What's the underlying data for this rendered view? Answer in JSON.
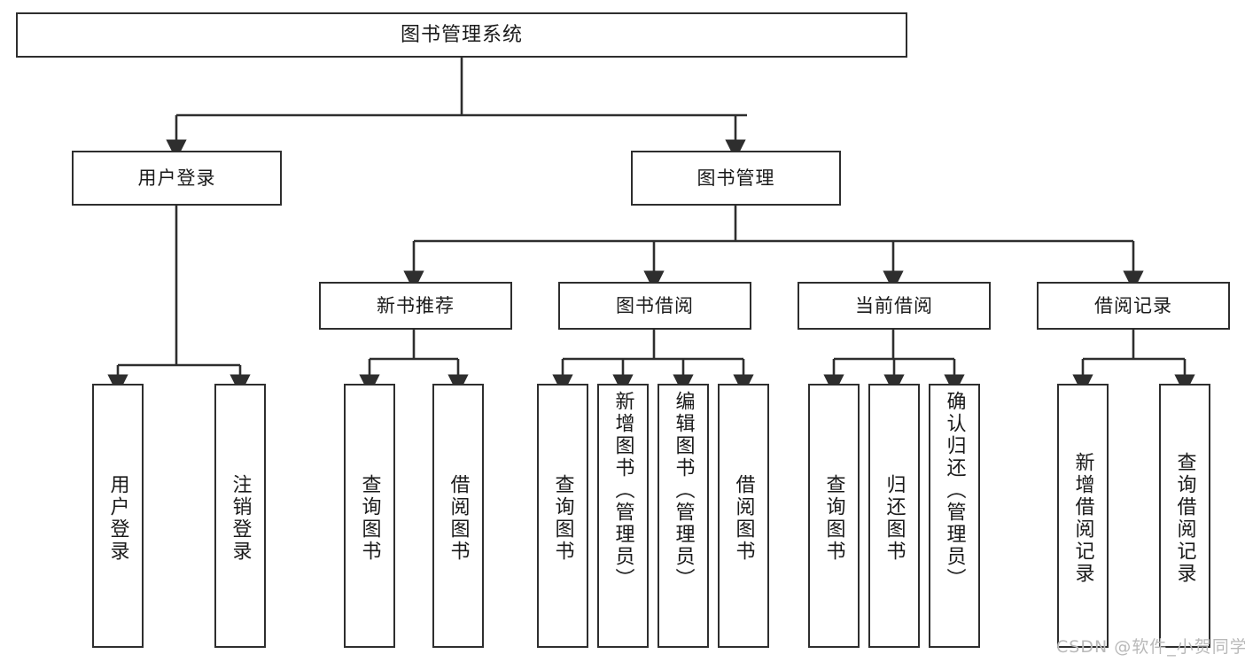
{
  "diagram": {
    "title": "图书管理系统",
    "type": "tree-hierarchy-chart",
    "colors": {
      "box_border": "#2e2e2e",
      "box_fill": "#ffffff",
      "connector": "#2e2e2e",
      "text": "#1a1a1a",
      "watermark": "#b9b9b9",
      "background": "#ffffff"
    }
  },
  "watermark": {
    "text": "CSDN @软件_小贺同学"
  },
  "nodes": {
    "root": {
      "label": "图书管理系统"
    },
    "level2": [
      {
        "id": "user-login",
        "label": "用户登录"
      },
      {
        "id": "book-manage",
        "label": "图书管理"
      }
    ],
    "level3": [
      {
        "id": "new-book-recommend",
        "label": "新书推荐"
      },
      {
        "id": "book-borrow",
        "label": "图书借阅"
      },
      {
        "id": "current-borrow",
        "label": "当前借阅"
      },
      {
        "id": "borrow-record",
        "label": "借阅记录"
      }
    ],
    "leaves": [
      {
        "id": "leaf-user-login",
        "label": "用户登录"
      },
      {
        "id": "leaf-logout-login",
        "label": "注销登录"
      },
      {
        "id": "leaf-query-book-1",
        "label": "查询图书"
      },
      {
        "id": "leaf-borrow-book-1",
        "label": "借阅图书"
      },
      {
        "id": "leaf-query-book-2",
        "label": "查询图书"
      },
      {
        "id": "leaf-add-book",
        "label": "新增图书（管理员）"
      },
      {
        "id": "leaf-edit-book",
        "label": "编辑图书（管理员）"
      },
      {
        "id": "leaf-borrow-book-2",
        "label": "借阅图书"
      },
      {
        "id": "leaf-query-book-3",
        "label": "查询图书"
      },
      {
        "id": "leaf-return-book",
        "label": "归还图书"
      },
      {
        "id": "leaf-confirm-return",
        "label": "确认归还（管理员）"
      },
      {
        "id": "leaf-add-borrow-record",
        "label": "新增借阅记录"
      },
      {
        "id": "leaf-query-borrow-record",
        "label": "查询借阅记录"
      }
    ]
  },
  "chart_data": {
    "type": "tree",
    "title": "图书管理系统",
    "root": "图书管理系统",
    "edges": [
      [
        "图书管理系统",
        "用户登录"
      ],
      [
        "图书管理系统",
        "图书管理"
      ],
      [
        "用户登录",
        "用户登录 (leaf)"
      ],
      [
        "用户登录",
        "注销登录"
      ],
      [
        "图书管理",
        "新书推荐"
      ],
      [
        "图书管理",
        "图书借阅"
      ],
      [
        "图书管理",
        "当前借阅"
      ],
      [
        "图书管理",
        "借阅记录"
      ],
      [
        "新书推荐",
        "查询图书"
      ],
      [
        "新书推荐",
        "借阅图书"
      ],
      [
        "图书借阅",
        "查询图书"
      ],
      [
        "图书借阅",
        "新增图书（管理员）"
      ],
      [
        "图书借阅",
        "编辑图书（管理员）"
      ],
      [
        "图书借阅",
        "借阅图书"
      ],
      [
        "当前借阅",
        "查询图书"
      ],
      [
        "当前借阅",
        "归还图书"
      ],
      [
        "当前借阅",
        "确认归还（管理员）"
      ],
      [
        "借阅记录",
        "新增借阅记录"
      ],
      [
        "借阅记录",
        "查询借阅记录"
      ]
    ],
    "levels": 4,
    "orientation": "top-down",
    "arrowheads": true
  }
}
